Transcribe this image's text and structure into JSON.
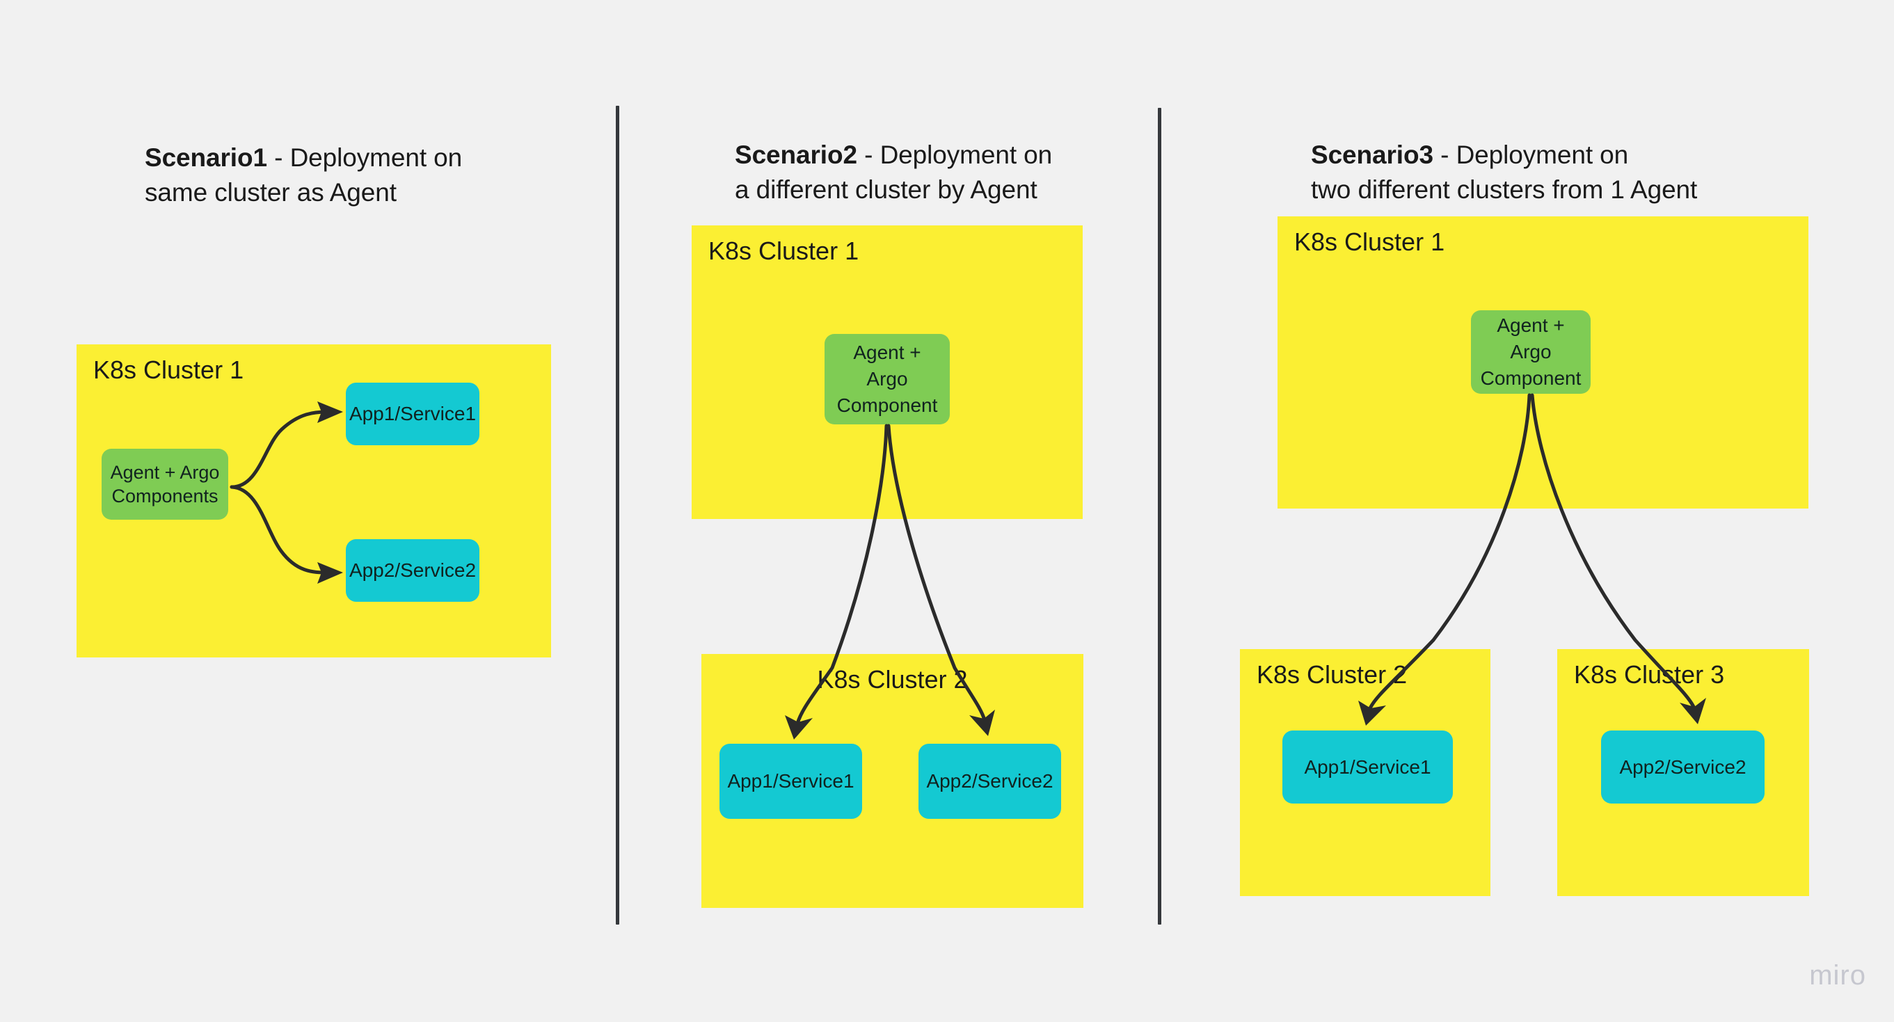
{
  "background_color": "#f1f1f1",
  "colors": {
    "cluster_yellow": "#fbef33",
    "agent_green": "#7fcc54",
    "app_cyan": "#14c9d2",
    "arrow_dark": "#2b2b2b",
    "divider_dark": "#35383c",
    "title_text": "#1a1a1a",
    "watermark_gray": "#c6c7cf"
  },
  "panels": [
    {
      "id": "scenario1",
      "title_bold": "Scenario1",
      "title_rest": " - Deployment on\nsame cluster as Agent",
      "clusters": [
        {
          "id": "s1-cluster1",
          "label": "K8s Cluster 1",
          "label_align": "left"
        }
      ],
      "nodes": [
        {
          "id": "s1-agent",
          "label": "Agent + Argo\nComponents",
          "kind": "agent"
        },
        {
          "id": "s1-app1",
          "label": "App1/Service1",
          "kind": "app"
        },
        {
          "id": "s1-app2",
          "label": "App2/Service2",
          "kind": "app"
        }
      ]
    },
    {
      "id": "scenario2",
      "title_bold": "Scenario2",
      "title_rest": " - Deployment on\na different cluster by Agent",
      "clusters": [
        {
          "id": "s2-cluster1",
          "label": "K8s Cluster 1",
          "label_align": "left"
        },
        {
          "id": "s2-cluster2",
          "label": "K8s Cluster 2",
          "label_align": "center"
        }
      ],
      "nodes": [
        {
          "id": "s2-agent",
          "label": "Agent +\nArgo\nComponent",
          "kind": "agent"
        },
        {
          "id": "s2-app1",
          "label": "App1/Service1",
          "kind": "app"
        },
        {
          "id": "s2-app2",
          "label": "App2/Service2",
          "kind": "app"
        }
      ]
    },
    {
      "id": "scenario3",
      "title_bold": "Scenario3",
      "title_rest": " - Deployment on\ntwo different clusters from 1 Agent",
      "clusters": [
        {
          "id": "s3-cluster1",
          "label": "K8s Cluster 1",
          "label_align": "left"
        },
        {
          "id": "s3-cluster2",
          "label": "K8s Cluster 2",
          "label_align": "left"
        },
        {
          "id": "s3-cluster3",
          "label": "K8s Cluster 3",
          "label_align": "left"
        }
      ],
      "nodes": [
        {
          "id": "s3-agent",
          "label": "Agent +\nArgo\nComponent",
          "kind": "agent"
        },
        {
          "id": "s3-app1",
          "label": "App1/Service1",
          "kind": "app"
        },
        {
          "id": "s3-app2",
          "label": "App2/Service2",
          "kind": "app"
        }
      ]
    }
  ],
  "watermark": "miro"
}
